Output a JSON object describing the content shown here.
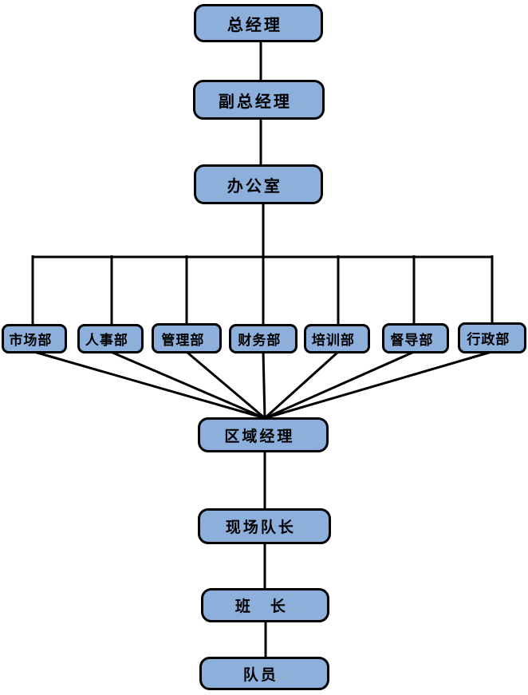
{
  "diagram": {
    "type": "org-chart",
    "colors": {
      "background": "#FFFFFF",
      "node_fill": "#8CAFDC",
      "node_border": "#000000",
      "connector": "#000000",
      "label_text": "#000000"
    },
    "glyphs": {
      "paragraph_mark": "↵"
    },
    "nodes": [
      {
        "id": "general-manager",
        "label": "总经理"
      },
      {
        "id": "deputy-general-manager",
        "label": "副总经理"
      },
      {
        "id": "office",
        "label": "办公室"
      },
      {
        "id": "marketing-dept",
        "label": "市场部"
      },
      {
        "id": "hr-dept",
        "label": "人事部"
      },
      {
        "id": "management-dept",
        "label": "管理部"
      },
      {
        "id": "finance-dept",
        "label": "财务部"
      },
      {
        "id": "training-dept",
        "label": "培训部"
      },
      {
        "id": "supervision-dept",
        "label": "督导部"
      },
      {
        "id": "admin-dept",
        "label": "行政部"
      },
      {
        "id": "regional-manager",
        "label": "区域经理"
      },
      {
        "id": "site-captain",
        "label": "现场队长"
      },
      {
        "id": "squad-leader",
        "label": "班　长"
      },
      {
        "id": "team-member",
        "label": "队员"
      }
    ],
    "edges": [
      {
        "from": "总经理",
        "to": "副总经理"
      },
      {
        "from": "副总经理",
        "to": "办公室"
      },
      {
        "from": "办公室",
        "to": "市场部"
      },
      {
        "from": "办公室",
        "to": "人事部"
      },
      {
        "from": "办公室",
        "to": "管理部"
      },
      {
        "from": "办公室",
        "to": "财务部"
      },
      {
        "from": "办公室",
        "to": "培训部"
      },
      {
        "from": "办公室",
        "to": "督导部"
      },
      {
        "from": "办公室",
        "to": "行政部"
      },
      {
        "from": "市场部",
        "to": "区域经理"
      },
      {
        "from": "人事部",
        "to": "区域经理"
      },
      {
        "from": "管理部",
        "to": "区域经理"
      },
      {
        "from": "财务部",
        "to": "区域经理"
      },
      {
        "from": "培训部",
        "to": "区域经理"
      },
      {
        "from": "督导部",
        "to": "区域经理"
      },
      {
        "from": "行政部",
        "to": "区域经理"
      },
      {
        "from": "区域经理",
        "to": "现场队长"
      },
      {
        "from": "现场队长",
        "to": "班　长"
      },
      {
        "from": "班　长",
        "to": "队员"
      }
    ]
  }
}
